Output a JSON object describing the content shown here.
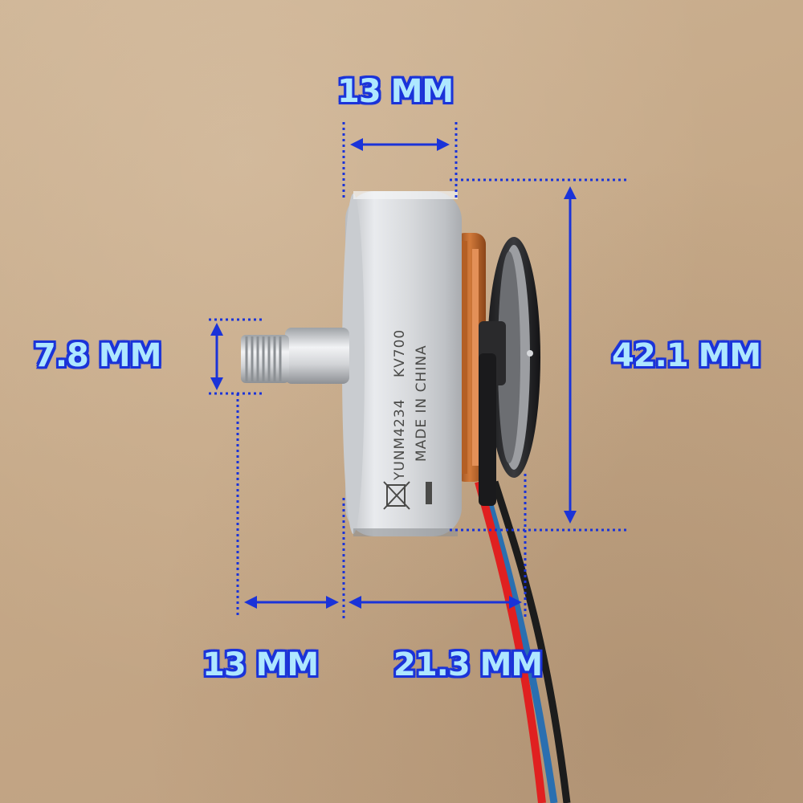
{
  "photo": {
    "subject": "brushless outrunner motor",
    "background_color": "#c8ad8e",
    "annotation_color": "#1a33d9",
    "annotation_text_fill": "#aee7ff",
    "wire_colors": [
      "#e02020",
      "#1c1c1c",
      "#2a6fb0"
    ]
  },
  "motor_markings": {
    "model": "YUNM4234",
    "kv": "KV700",
    "origin": "MADE IN CHINA"
  },
  "dimensions": {
    "rotor_width": "13 MM",
    "shaft_diameter": "7.8 MM",
    "outer_diameter": "42.1 MM",
    "shaft_length": "13 MM",
    "body_length": "21.3 MM"
  }
}
